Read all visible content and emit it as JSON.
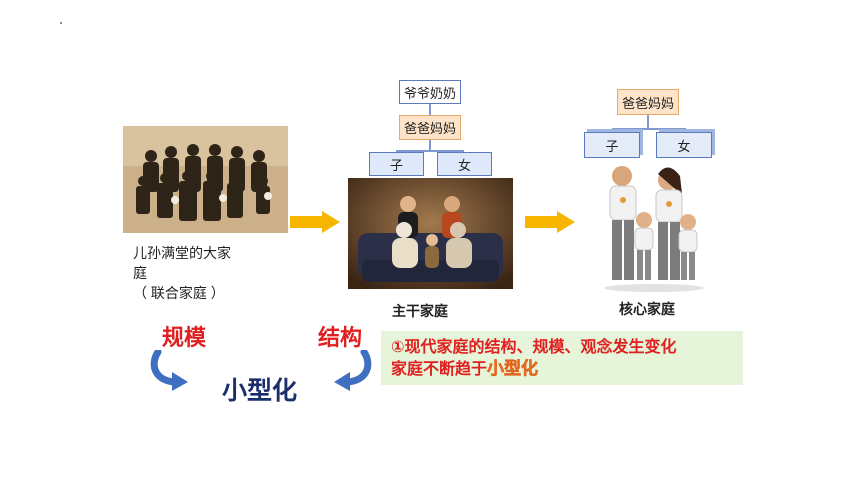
{
  "photos": {
    "extended_family": "old sepia photo of large extended family",
    "stem_family": "family of five seated on sofa",
    "nuclear_family": "family of four in matching t-shirts"
  },
  "tree_stem": {
    "grandparents": "爷爷奶奶",
    "parents": "爸爸妈妈",
    "son": "子",
    "daughter": "女"
  },
  "tree_nuclear": {
    "parents": "爸爸妈妈",
    "son": "子",
    "daughter": "女"
  },
  "captions": {
    "extended_line1": "儿孙满堂的大家",
    "extended_line2": "庭",
    "extended_line3": "（ 联合家庭 ）",
    "stem": "主干家庭",
    "nuclear": "核心家庭"
  },
  "cycle": {
    "left_word": "规模",
    "right_word": "结构",
    "center_word": "小型化"
  },
  "summary": {
    "line1": "①现代家庭的结构、规模、观念发生变化",
    "line2_prefix": "家庭不断趋于",
    "line2_highlight": "小型化"
  },
  "colors": {
    "arrow_yellow": "#f7b500",
    "cycle_arrow_blue": "#3f6fc0",
    "red_text": "#e02020",
    "navy_text": "#1a2f6b",
    "green_box": "#e6f5d9"
  }
}
